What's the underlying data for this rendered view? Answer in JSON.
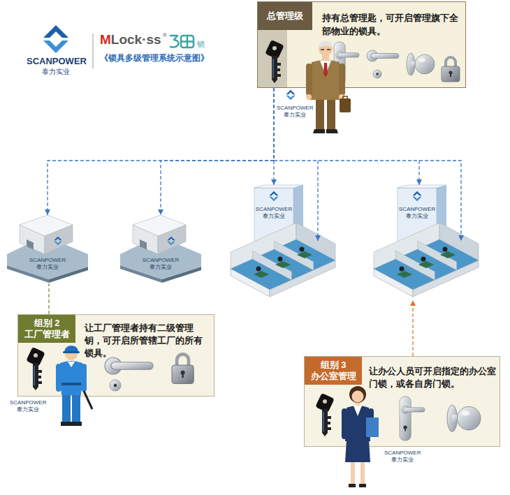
{
  "diagram": {
    "title": "《锁具多级管理系统示意图》",
    "nodes": [
      {
        "text": [
          "总管理级",
          "持有总管理匙，可开启管理旗下全部物业的锁具。"
        ]
      },
      {
        "text": [
          "SCANPOWER",
          "泰力实业"
        ]
      },
      {
        "text": [
          "SCANPOWER",
          "泰力实业"
        ]
      },
      {
        "text": [
          "SCANPOWER",
          "泰力实业"
        ]
      },
      {
        "text": [
          "SCANPOWER",
          "泰力实业"
        ]
      },
      {
        "text": [
          "组别 2 工厂管理者",
          "让工厂管理者持有二级管理钥，可开启所管辖工厂的所有锁具。"
        ]
      },
      {
        "text": [
          "组别 3 办公室管理",
          "让办公人员可开启指定的办公室门锁，或各自房门锁。"
        ]
      }
    ],
    "edges": [
      {
        "from": 0,
        "to": 1,
        "arrow": "to"
      },
      {
        "from": 0,
        "to": 2,
        "arrow": "to"
      },
      {
        "from": 0,
        "to": 3,
        "arrow": "to"
      },
      {
        "from": 0,
        "to": 4,
        "arrow": "to"
      },
      {
        "from": 5,
        "to": 1,
        "arrow": "none"
      },
      {
        "from": 6,
        "to": 4,
        "arrow": "to"
      }
    ],
    "labels": [
      "SCANPOWER",
      "泰力实业",
      "MLock·ss",
      "®",
      "锁",
      "SCANPOWER",
      "泰力实业",
      "SCANPOWER",
      "泰力实业",
      "SCANPOWER",
      "泰力实业"
    ]
  }
}
